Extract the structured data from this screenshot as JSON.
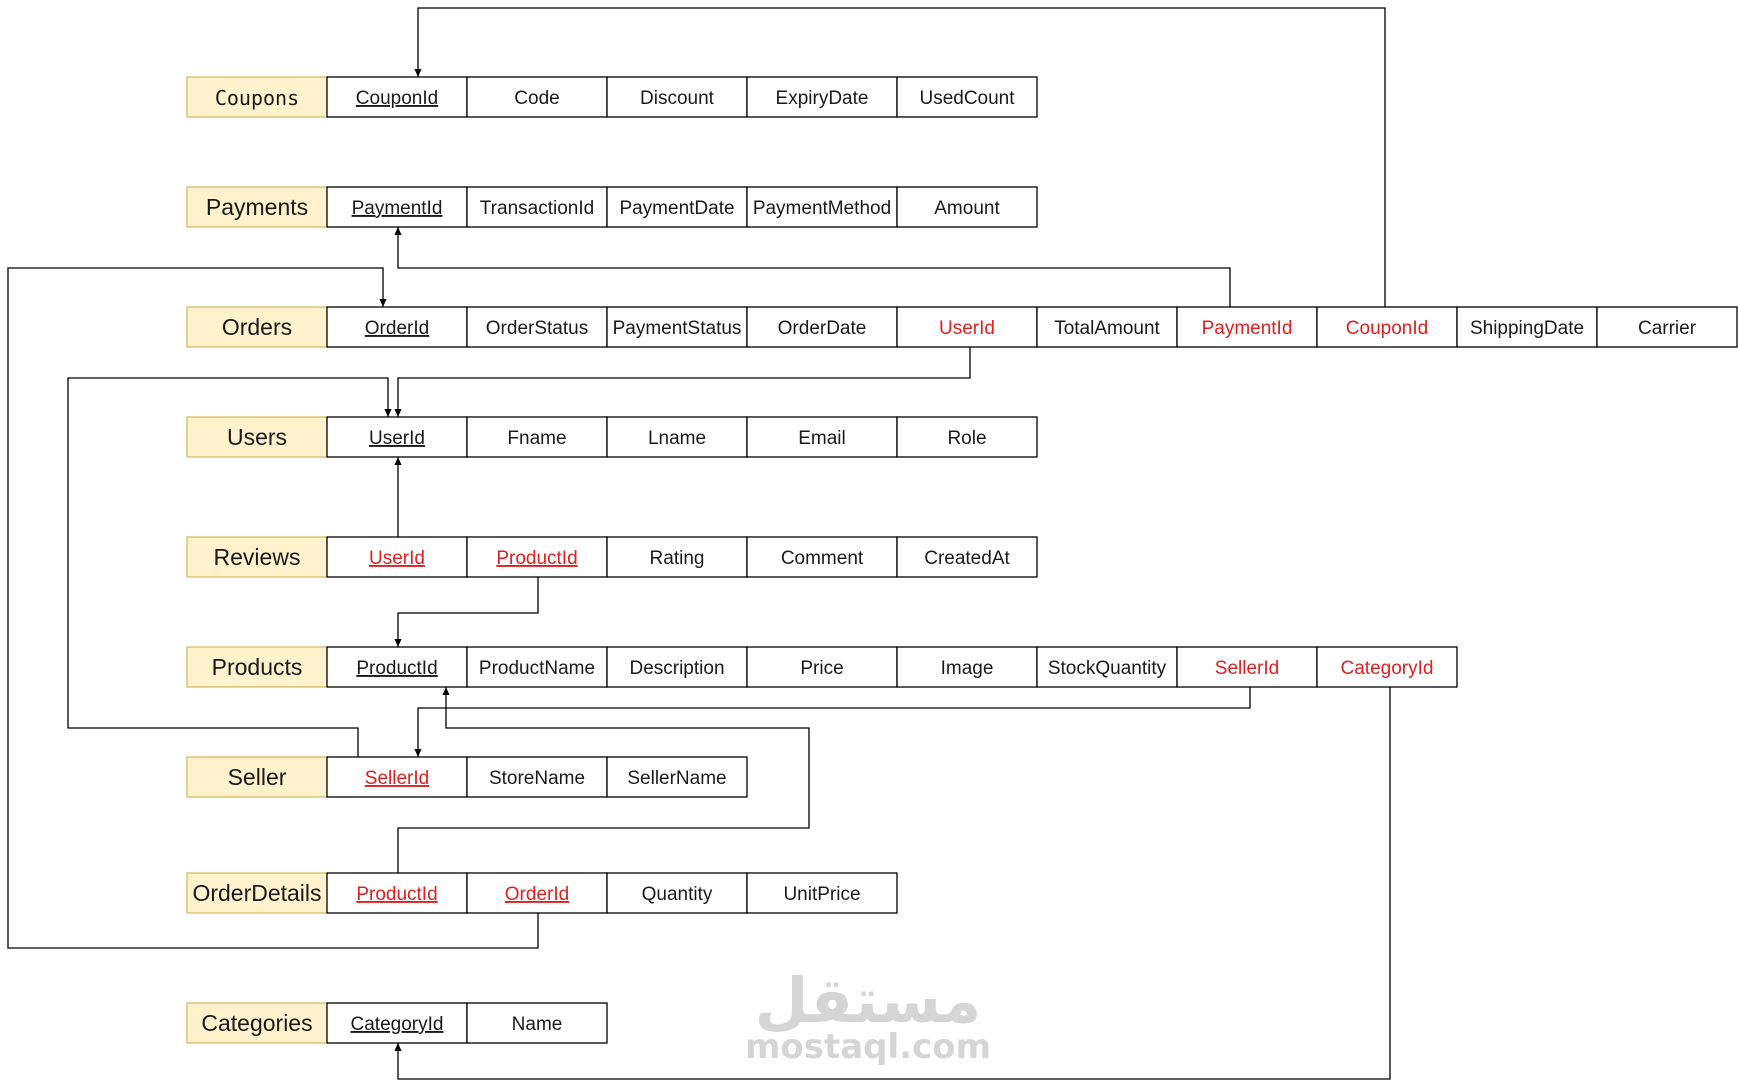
{
  "colors": {
    "table_name_fill": "#fff2cc",
    "table_name_border": "#d6b656",
    "foreign_key_text": "#e02020",
    "default_text": "#1a1a1a",
    "line": "#000000",
    "watermark": "#c8c8c8"
  },
  "watermark": {
    "arabic": "مستقل",
    "latin": "mostaql.com"
  },
  "tables": [
    {
      "id": "coupons",
      "name": "Coupons",
      "name_style": "mono",
      "columns": [
        {
          "label": "CouponId",
          "underline": true,
          "fk": false
        },
        {
          "label": "Code",
          "underline": false,
          "fk": false
        },
        {
          "label": "Discount",
          "underline": false,
          "fk": false
        },
        {
          "label": "ExpiryDate",
          "underline": false,
          "fk": false
        },
        {
          "label": "UsedCount",
          "underline": false,
          "fk": false
        }
      ]
    },
    {
      "id": "payments",
      "name": "Payments",
      "columns": [
        {
          "label": "PaymentId",
          "underline": true,
          "fk": false
        },
        {
          "label": "TransactionId",
          "underline": false,
          "fk": false
        },
        {
          "label": "PaymentDate",
          "underline": false,
          "fk": false
        },
        {
          "label": "PaymentMethod",
          "underline": false,
          "fk": false
        },
        {
          "label": "Amount",
          "underline": false,
          "fk": false
        }
      ]
    },
    {
      "id": "orders",
      "name": "Orders",
      "columns": [
        {
          "label": "OrderId",
          "underline": true,
          "fk": false
        },
        {
          "label": "OrderStatus",
          "underline": false,
          "fk": false
        },
        {
          "label": "PaymentStatus",
          "underline": false,
          "fk": false
        },
        {
          "label": "OrderDate",
          "underline": false,
          "fk": false
        },
        {
          "label": "UserId",
          "underline": false,
          "fk": true
        },
        {
          "label": "TotalAmount",
          "underline": false,
          "fk": false
        },
        {
          "label": "PaymentId",
          "underline": false,
          "fk": true
        },
        {
          "label": "CouponId",
          "underline": false,
          "fk": true
        },
        {
          "label": "ShippingDate",
          "underline": false,
          "fk": false
        },
        {
          "label": "Carrier",
          "underline": false,
          "fk": false
        }
      ]
    },
    {
      "id": "users",
      "name": "Users",
      "columns": [
        {
          "label": "UserId",
          "underline": true,
          "fk": false
        },
        {
          "label": "Fname",
          "underline": false,
          "fk": false
        },
        {
          "label": "Lname",
          "underline": false,
          "fk": false
        },
        {
          "label": "Email",
          "underline": false,
          "fk": false
        },
        {
          "label": "Role",
          "underline": false,
          "fk": false
        }
      ]
    },
    {
      "id": "reviews",
      "name": "Reviews",
      "columns": [
        {
          "label": "UserId",
          "underline": true,
          "fk": true
        },
        {
          "label": "ProductId",
          "underline": true,
          "fk": true
        },
        {
          "label": "Rating",
          "underline": false,
          "fk": false
        },
        {
          "label": "Comment",
          "underline": false,
          "fk": false
        },
        {
          "label": "CreatedAt",
          "underline": false,
          "fk": false
        }
      ]
    },
    {
      "id": "products",
      "name": "Products",
      "columns": [
        {
          "label": "ProductId",
          "underline": true,
          "fk": false
        },
        {
          "label": "ProductName",
          "underline": false,
          "fk": false
        },
        {
          "label": "Description",
          "underline": false,
          "fk": false
        },
        {
          "label": "Price",
          "underline": false,
          "fk": false
        },
        {
          "label": "Image",
          "underline": false,
          "fk": false
        },
        {
          "label": "StockQuantity",
          "underline": false,
          "fk": false
        },
        {
          "label": "SellerId",
          "underline": false,
          "fk": true
        },
        {
          "label": "CategoryId",
          "underline": false,
          "fk": true
        }
      ]
    },
    {
      "id": "seller",
      "name": "Seller",
      "columns": [
        {
          "label": "SellerId",
          "underline": true,
          "fk": true
        },
        {
          "label": "StoreName",
          "underline": false,
          "fk": false
        },
        {
          "label": "SellerName",
          "underline": false,
          "fk": false
        }
      ]
    },
    {
      "id": "orderdetails",
      "name": "OrderDetails",
      "columns": [
        {
          "label": "ProductId",
          "underline": true,
          "fk": true
        },
        {
          "label": "OrderId",
          "underline": true,
          "fk": true
        },
        {
          "label": "Quantity",
          "underline": false,
          "fk": false
        },
        {
          "label": "UnitPrice",
          "underline": false,
          "fk": false
        }
      ]
    },
    {
      "id": "categories",
      "name": "Categories",
      "columns": [
        {
          "label": "CategoryId",
          "underline": true,
          "fk": false
        },
        {
          "label": "Name",
          "underline": false,
          "fk": false
        }
      ]
    }
  ],
  "relationships": [
    {
      "from": "Orders.CouponId",
      "to": "Coupons.CouponId"
    },
    {
      "from": "Orders.PaymentId",
      "to": "Payments.PaymentId"
    },
    {
      "from": "Orders.UserId",
      "to": "Users.UserId"
    },
    {
      "from": "Reviews.UserId",
      "to": "Users.UserId"
    },
    {
      "from": "Reviews.ProductId",
      "to": "Products.ProductId"
    },
    {
      "from": "Products.SellerId",
      "to": "Seller.SellerId"
    },
    {
      "from": "Seller.SellerId",
      "to": "Users.UserId"
    },
    {
      "from": "OrderDetails.ProductId",
      "to": "Products.ProductId"
    },
    {
      "from": "OrderDetails.OrderId",
      "to": "Orders.OrderId"
    },
    {
      "from": "Products.CategoryId",
      "to": "Categories.CategoryId"
    }
  ]
}
